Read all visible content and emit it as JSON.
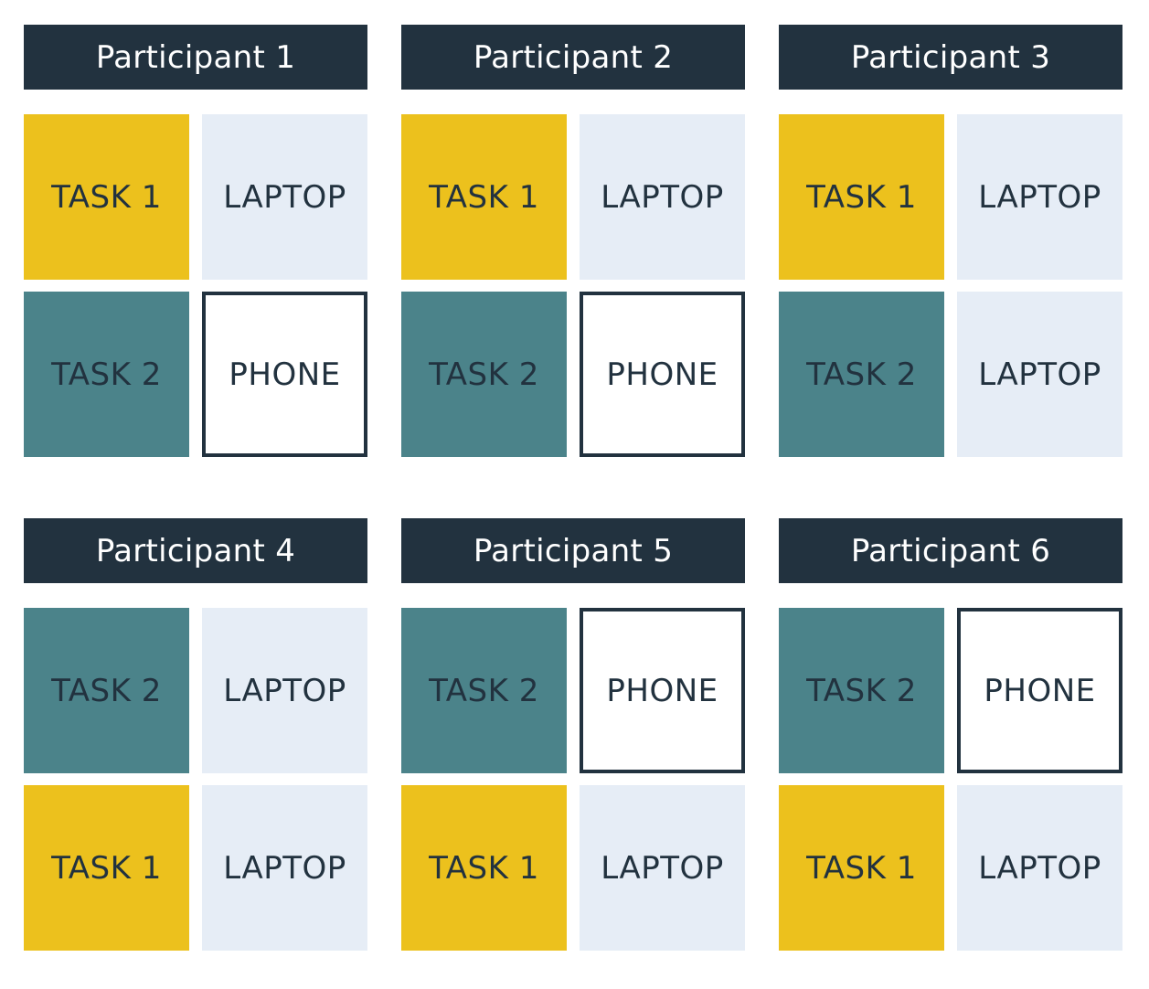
{
  "participants": [
    {
      "title": "Participant 1",
      "first_task": {
        "label": "TASK 1",
        "kind": "task1"
      },
      "first_device": {
        "label": "LAPTOP",
        "kind": "laptop"
      },
      "second_task": {
        "label": "TASK 2",
        "kind": "task2"
      },
      "second_device": {
        "label": "PHONE",
        "kind": "phone"
      }
    },
    {
      "title": "Participant 2",
      "first_task": {
        "label": "TASK 1",
        "kind": "task1"
      },
      "first_device": {
        "label": "LAPTOP",
        "kind": "laptop"
      },
      "second_task": {
        "label": "TASK 2",
        "kind": "task2"
      },
      "second_device": {
        "label": "PHONE",
        "kind": "phone"
      }
    },
    {
      "title": "Participant 3",
      "first_task": {
        "label": "TASK 1",
        "kind": "task1"
      },
      "first_device": {
        "label": "LAPTOP",
        "kind": "laptop"
      },
      "second_task": {
        "label": "TASK 2",
        "kind": "task2"
      },
      "second_device": {
        "label": "LAPTOP",
        "kind": "laptop"
      }
    },
    {
      "title": "Participant 4",
      "first_task": {
        "label": "TASK 2",
        "kind": "task2"
      },
      "first_device": {
        "label": "LAPTOP",
        "kind": "laptop"
      },
      "second_task": {
        "label": "TASK 1",
        "kind": "task1"
      },
      "second_device": {
        "label": "LAPTOP",
        "kind": "laptop"
      }
    },
    {
      "title": "Participant 5",
      "first_task": {
        "label": "TASK 2",
        "kind": "task2"
      },
      "first_device": {
        "label": "PHONE",
        "kind": "phone"
      },
      "second_task": {
        "label": "TASK 1",
        "kind": "task1"
      },
      "second_device": {
        "label": "LAPTOP",
        "kind": "laptop"
      }
    },
    {
      "title": "Participant 6",
      "first_task": {
        "label": "TASK 2",
        "kind": "task2"
      },
      "first_device": {
        "label": "PHONE",
        "kind": "phone"
      },
      "second_task": {
        "label": "TASK 1",
        "kind": "task1"
      },
      "second_device": {
        "label": "LAPTOP",
        "kind": "laptop"
      }
    }
  ],
  "colors": {
    "header": "#22323f",
    "task1": "#ecc11d",
    "task2": "#4b838a",
    "laptop": "#e6edf6",
    "phone_border": "#22323f"
  }
}
